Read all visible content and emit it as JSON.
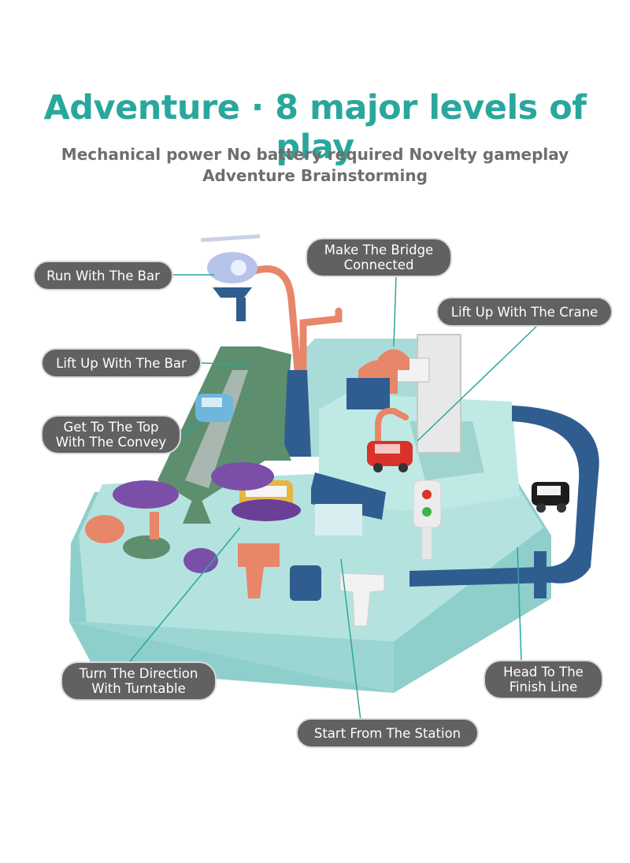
{
  "heading": {
    "title": "Adventure · 8 major levels of play",
    "subtitle_line1": "Mechanical power No battery required Novelty gameplay",
    "subtitle_line2": "Adventure Brainstorming"
  },
  "callouts": {
    "run_with_bar": "Run With The Bar",
    "make_bridge_1": "Make The Bridge",
    "make_bridge_2": "Connected",
    "lift_crane": "Lift Up With The Crane",
    "lift_bar": "Lift Up With The Bar",
    "get_top_1": "Get To The Top",
    "get_top_2": "With The Convey",
    "turn_dir_1": "Turn The Direction",
    "turn_dir_2": "With Turntable",
    "head_finish_1": "Head To The",
    "head_finish_2": "Finish Line",
    "start_station": "Start From The Station"
  },
  "colors": {
    "title": "#2aa79d",
    "subtitle": "#6e6e6e",
    "pill_bg": "#616161",
    "toy_base": "#a9dcd8",
    "toy_dark": "#7fc3bf",
    "track_blue": "#2f5d8f",
    "ramp_green": "#5d8f6e",
    "accent_orange": "#e8866a",
    "accent_purple": "#7b4fa8"
  },
  "icons": {
    "helicopter": "helicopter-icon",
    "car": "toy-car-icon",
    "bus": "toy-bus-icon",
    "police_car": "police-car-icon",
    "traffic_light": "traffic-light-icon",
    "crane": "crane-icon"
  }
}
